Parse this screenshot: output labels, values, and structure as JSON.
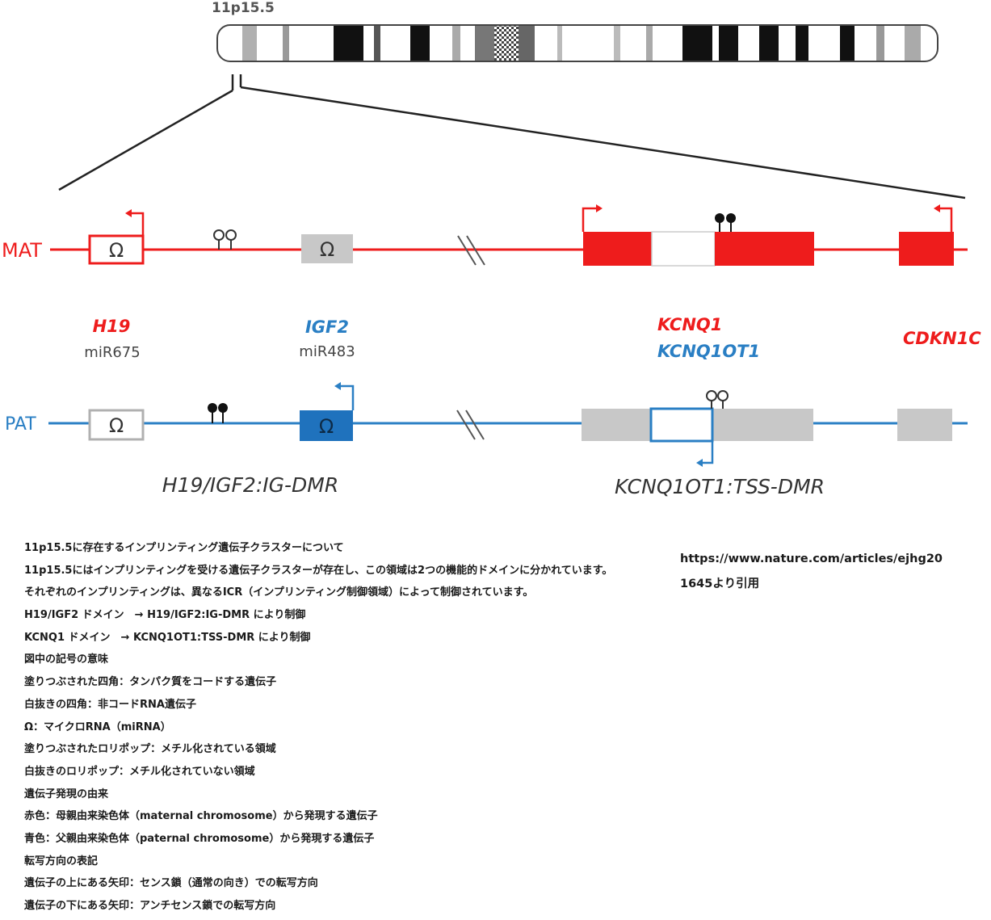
{
  "diagram": {
    "band_label": "11p15.5",
    "maternal_label": "MAT",
    "paternal_label": "PAT",
    "genes": {
      "h19": "H19",
      "h19_mirna": "miR675",
      "igf2": "IGF2",
      "igf2_mirna": "miR483",
      "kcnq1": "KCNQ1",
      "kcnq1ot1": "KCNQ1OT1",
      "cdkn1c": "CDKN1C"
    },
    "dmr_labels": {
      "ig_dmr": "H19/IGF2:IG-DMR",
      "tss_dmr": "KCNQ1OT1:TSS-DMR"
    },
    "omega_symbol": "Ω",
    "colors": {
      "maternal": "#ee1c1c",
      "paternal": "#2a7fc4",
      "paternal_fill": "#1f72bd",
      "silenced": "#c8c8c8",
      "text_dark": "#444444"
    }
  },
  "notes": [
    "11p15.5に存在するインプリンティング遺伝子クラスターについて",
    "11p15.5にはインプリンティングを受ける遺伝子クラスターが存在し、この領域は2つの機能的ドメインに分かれています。",
    "それぞれのインプリンティングは、異なるICR（インプリンティング制御領域）によって制御されています。",
    "H19/IGF2 ドメイン　→ H19/IGF2:IG-DMR により制御",
    "KCNQ1 ドメイン　→ KCNQ1OT1:TSS-DMR により制御",
    "図中の記号の意味",
    "塗りつぶされた四角：タンパク質をコードする遺伝子",
    "白抜きの四角：非コードRNA遺伝子",
    "Ω：マイクロRNA（miRNA）",
    "塗りつぶされたロリポップ：メチル化されている領域",
    "白抜きのロリポップ：メチル化されていない領域",
    "遺伝子発現の由来",
    "赤色：母親由来染色体（maternal chromosome）から発現する遺伝子",
    "青色：父親由来染色体（paternal chromosome）から発現する遺伝子",
    "転写方向の表記",
    "遺伝子の上にある矢印：センス鎖（通常の向き）での転写方向",
    "遺伝子の下にある矢印：アンチセンス鎖での転写方向"
  ],
  "source": [
    "https://www.nature.com/articles/ejhg20",
    "1645より引用"
  ]
}
